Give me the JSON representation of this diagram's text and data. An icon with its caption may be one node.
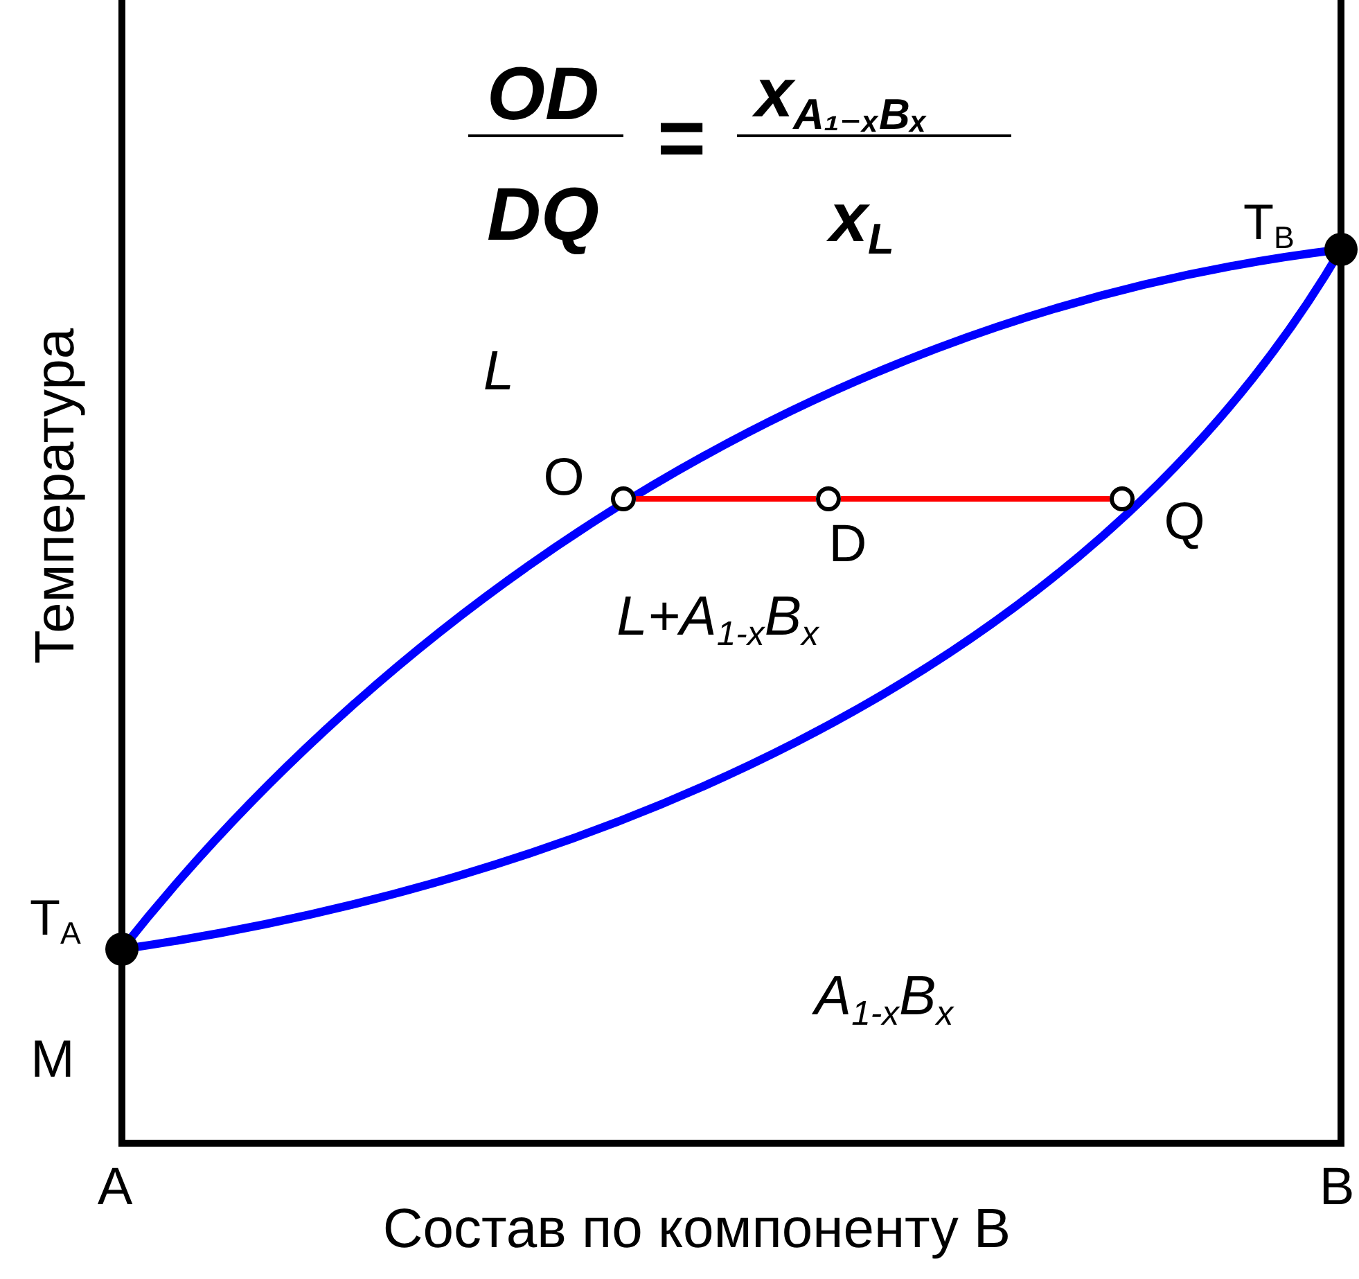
{
  "diagram": {
    "nodes": [
      {
        "text": [],
        "shape": "circle",
        "beside": [
          "O"
        ]
      },
      {
        "text": [],
        "shape": "circle",
        "beside": [
          "D"
        ]
      },
      {
        "text": [],
        "shape": "circle",
        "beside": [
          "Q"
        ]
      }
    ],
    "edges": [
      {
        "from": 0,
        "to": 1,
        "arrow": "none"
      },
      {
        "from": 1,
        "to": 2,
        "arrow": "none"
      }
    ],
    "labels": [
      "OD",
      "=",
      "x$_{A₁₋ₓBₓ}$",
      "DQ",
      "x$_{L}$",
      "T$_{B}$",
      "Температура",
      "L",
      "L+A$_{1-x}$B$_{x}$",
      "T$_{A}$",
      "A$_{1-x}$B$_{x}$",
      "M",
      "A",
      "B",
      "Состав по компоненту В"
    ]
  }
}
